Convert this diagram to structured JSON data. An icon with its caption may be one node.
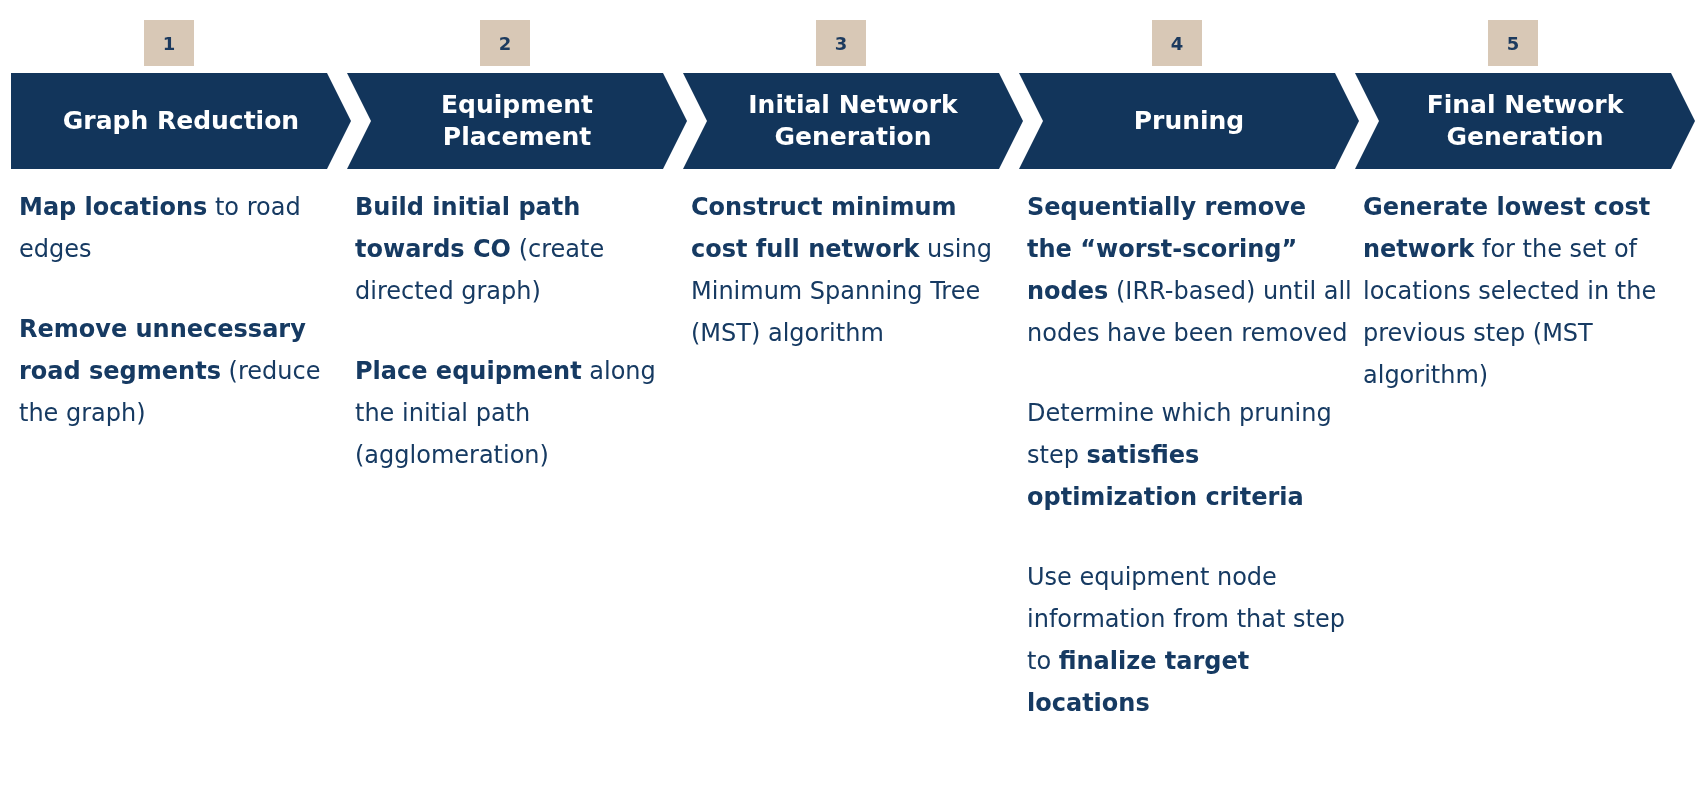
{
  "diagram": {
    "nodes": [
      {
        "text": [
          "1"
        ]
      },
      {
        "text": [
          "2"
        ]
      },
      {
        "text": [
          "3"
        ]
      },
      {
        "text": [
          "4"
        ]
      },
      {
        "text": [
          "5"
        ]
      },
      {
        "text": [
          "Graph Reduction"
        ],
        "beside": [
          "**Map locations** to road edges",
          "**Remove unnecessary road segments** (reduce the graph)"
        ]
      },
      {
        "text": [
          "Equipment Placement"
        ],
        "beside": [
          "**Build initial path towards CO** (create directed graph)",
          "**Place equipment** along the initial path (agglomeration)"
        ]
      },
      {
        "text": [
          "Initial Network Generation"
        ],
        "beside": [
          "**Construct minimum cost full network** using Minimum Spanning Tree (MST) algorithm"
        ]
      },
      {
        "text": [
          "Pruning"
        ],
        "beside": [
          "**Sequentially remove the “worst-scoring” nodes** (IRR-based) until all nodes have been removed",
          "Determine which pruning step **satisfies optimization criteria**",
          "Use equipment node information from that step to **finalize target locations**"
        ]
      },
      {
        "text": [
          "Final Network Generation"
        ],
        "beside": [
          "**Generate lowest cost network** for the set of locations selected in the previous step (MST algorithm)"
        ]
      }
    ],
    "edges": []
  }
}
